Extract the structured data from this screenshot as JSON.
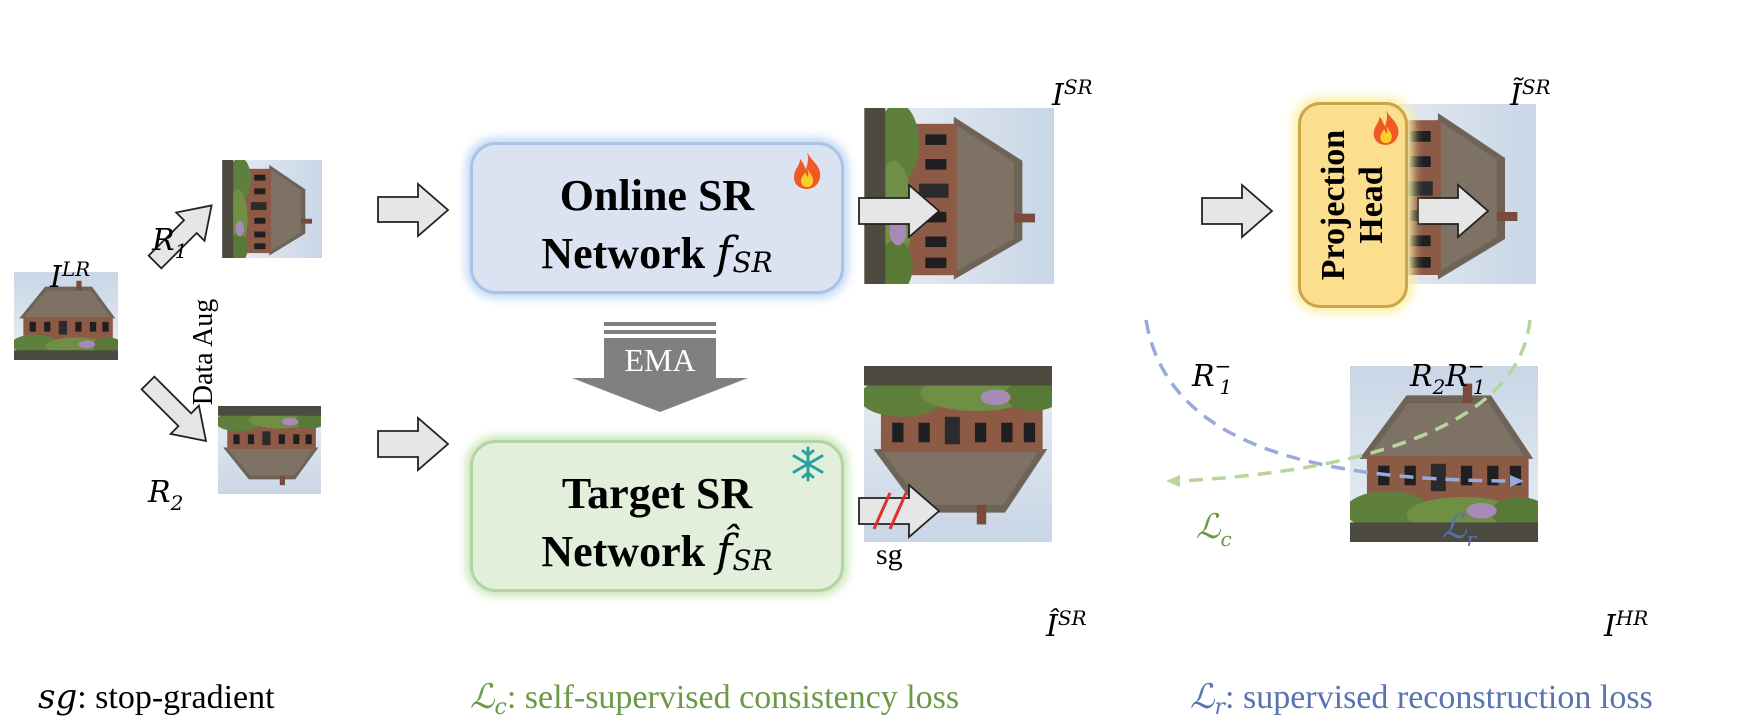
{
  "labels": {
    "lr": {
      "base": "I",
      "sup": "LR"
    },
    "r1": {
      "base": "R",
      "sub": "1"
    },
    "r2": {
      "base": "R",
      "sub": "2"
    },
    "data_aug": "Data Aug",
    "isr": {
      "base": "I",
      "sup": "SR"
    },
    "isr_tilde": {
      "base": "Ĩ",
      "sup": "SR"
    },
    "isr_hat": {
      "base": "Î",
      "sup": "SR"
    },
    "ihr": {
      "base": "I",
      "sup": "HR"
    },
    "r1_inv": {
      "base": "R",
      "sub": "1",
      "sup": "−"
    },
    "r2r1_inv": {
      "base1": "R",
      "sub1": "2",
      "base2": "R",
      "sub2": "1",
      "sup2": "−"
    },
    "lc": {
      "base": "ℒ",
      "sub": "c"
    },
    "lr_loss": {
      "base": "ℒ",
      "sub": "r"
    },
    "sg": "sg",
    "ema": "EMA"
  },
  "online_network": {
    "line1": "Online SR",
    "line2_text": "Network ",
    "func": "f",
    "func_sub": "SR",
    "icon": "fire-icon"
  },
  "target_network": {
    "line1": "Target SR",
    "line2_text": "Network ",
    "func": "f̂",
    "func_sub": "SR",
    "icon": "snowflake-icon"
  },
  "projection_head": {
    "line1": "Projection",
    "line2": "Head",
    "icon": "fire-icon"
  },
  "legend": {
    "sg": {
      "symbol": "sg",
      "text": ": stop-gradient"
    },
    "lc": {
      "symbol": "ℒ",
      "sub": "c",
      "text": ": self-supervised consistency loss"
    },
    "lr": {
      "symbol": "ℒ",
      "sub": "r",
      "text": ": supervised reconstruction loss"
    }
  },
  "colors": {
    "green": "#6a9a45",
    "blue": "#5873b0",
    "online_fill": "#dbe3f3",
    "target_fill": "#e2efdb",
    "proj_fill": "#fcdf8e",
    "arrow_fill": "#e6e6e6",
    "ema_fill": "#808080",
    "stop_grad": "#e0302a"
  }
}
